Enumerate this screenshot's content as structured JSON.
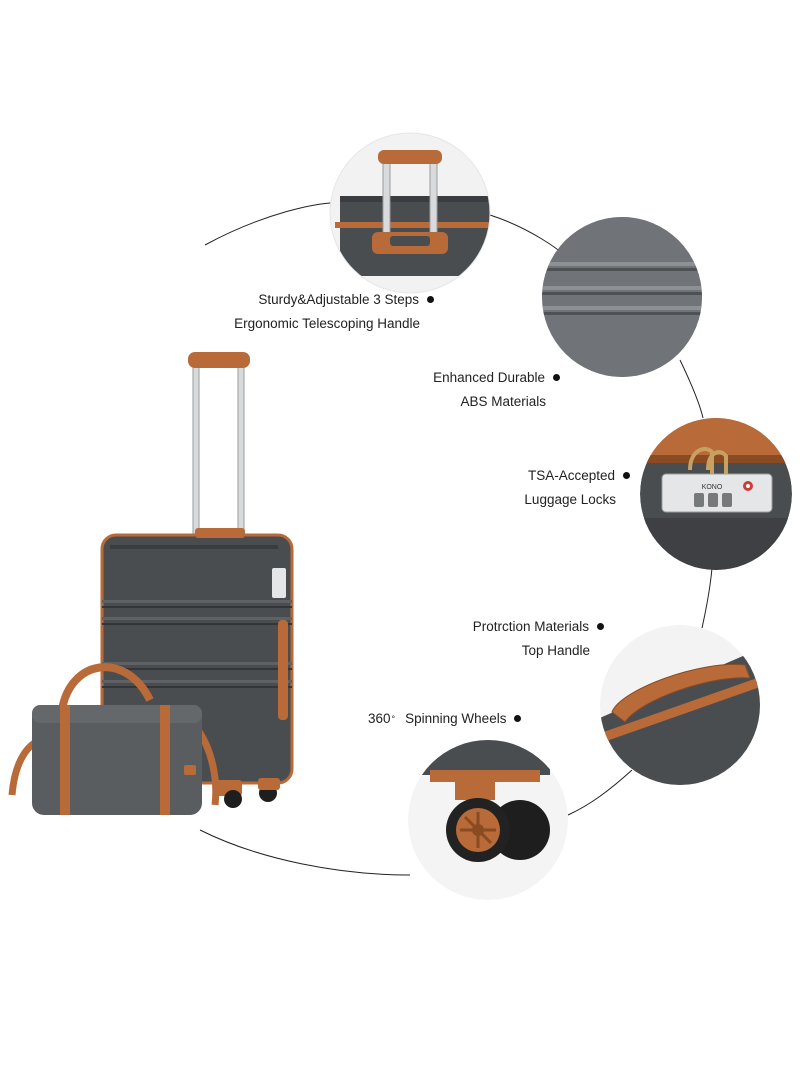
{
  "features": [
    {
      "id": "handle",
      "lines": [
        "Sturdy&Adjustable 3 Steps",
        "Ergonomic Telescoping Handle"
      ]
    },
    {
      "id": "material",
      "lines": [
        "Enhanced Durable",
        "ABS Materials"
      ]
    },
    {
      "id": "lock",
      "lines": [
        "TSA-Accepted",
        "Luggage Locks"
      ]
    },
    {
      "id": "top-handle",
      "lines": [
        "Protrction Materials",
        "Top Handle"
      ]
    },
    {
      "id": "wheels",
      "lines": [
        "360",
        "Spinning Wheels"
      ],
      "degree_symbol": "°"
    }
  ],
  "lock_brand": "KONO",
  "colors": {
    "shell": "#4a4d50",
    "shell_dark": "#3a3c3f",
    "trim": "#b86a38",
    "trim_dark": "#8a4a22",
    "metal": "#d8dadc",
    "bag": "#5a5d60"
  },
  "icons": [
    "bullet-dot-icon"
  ]
}
